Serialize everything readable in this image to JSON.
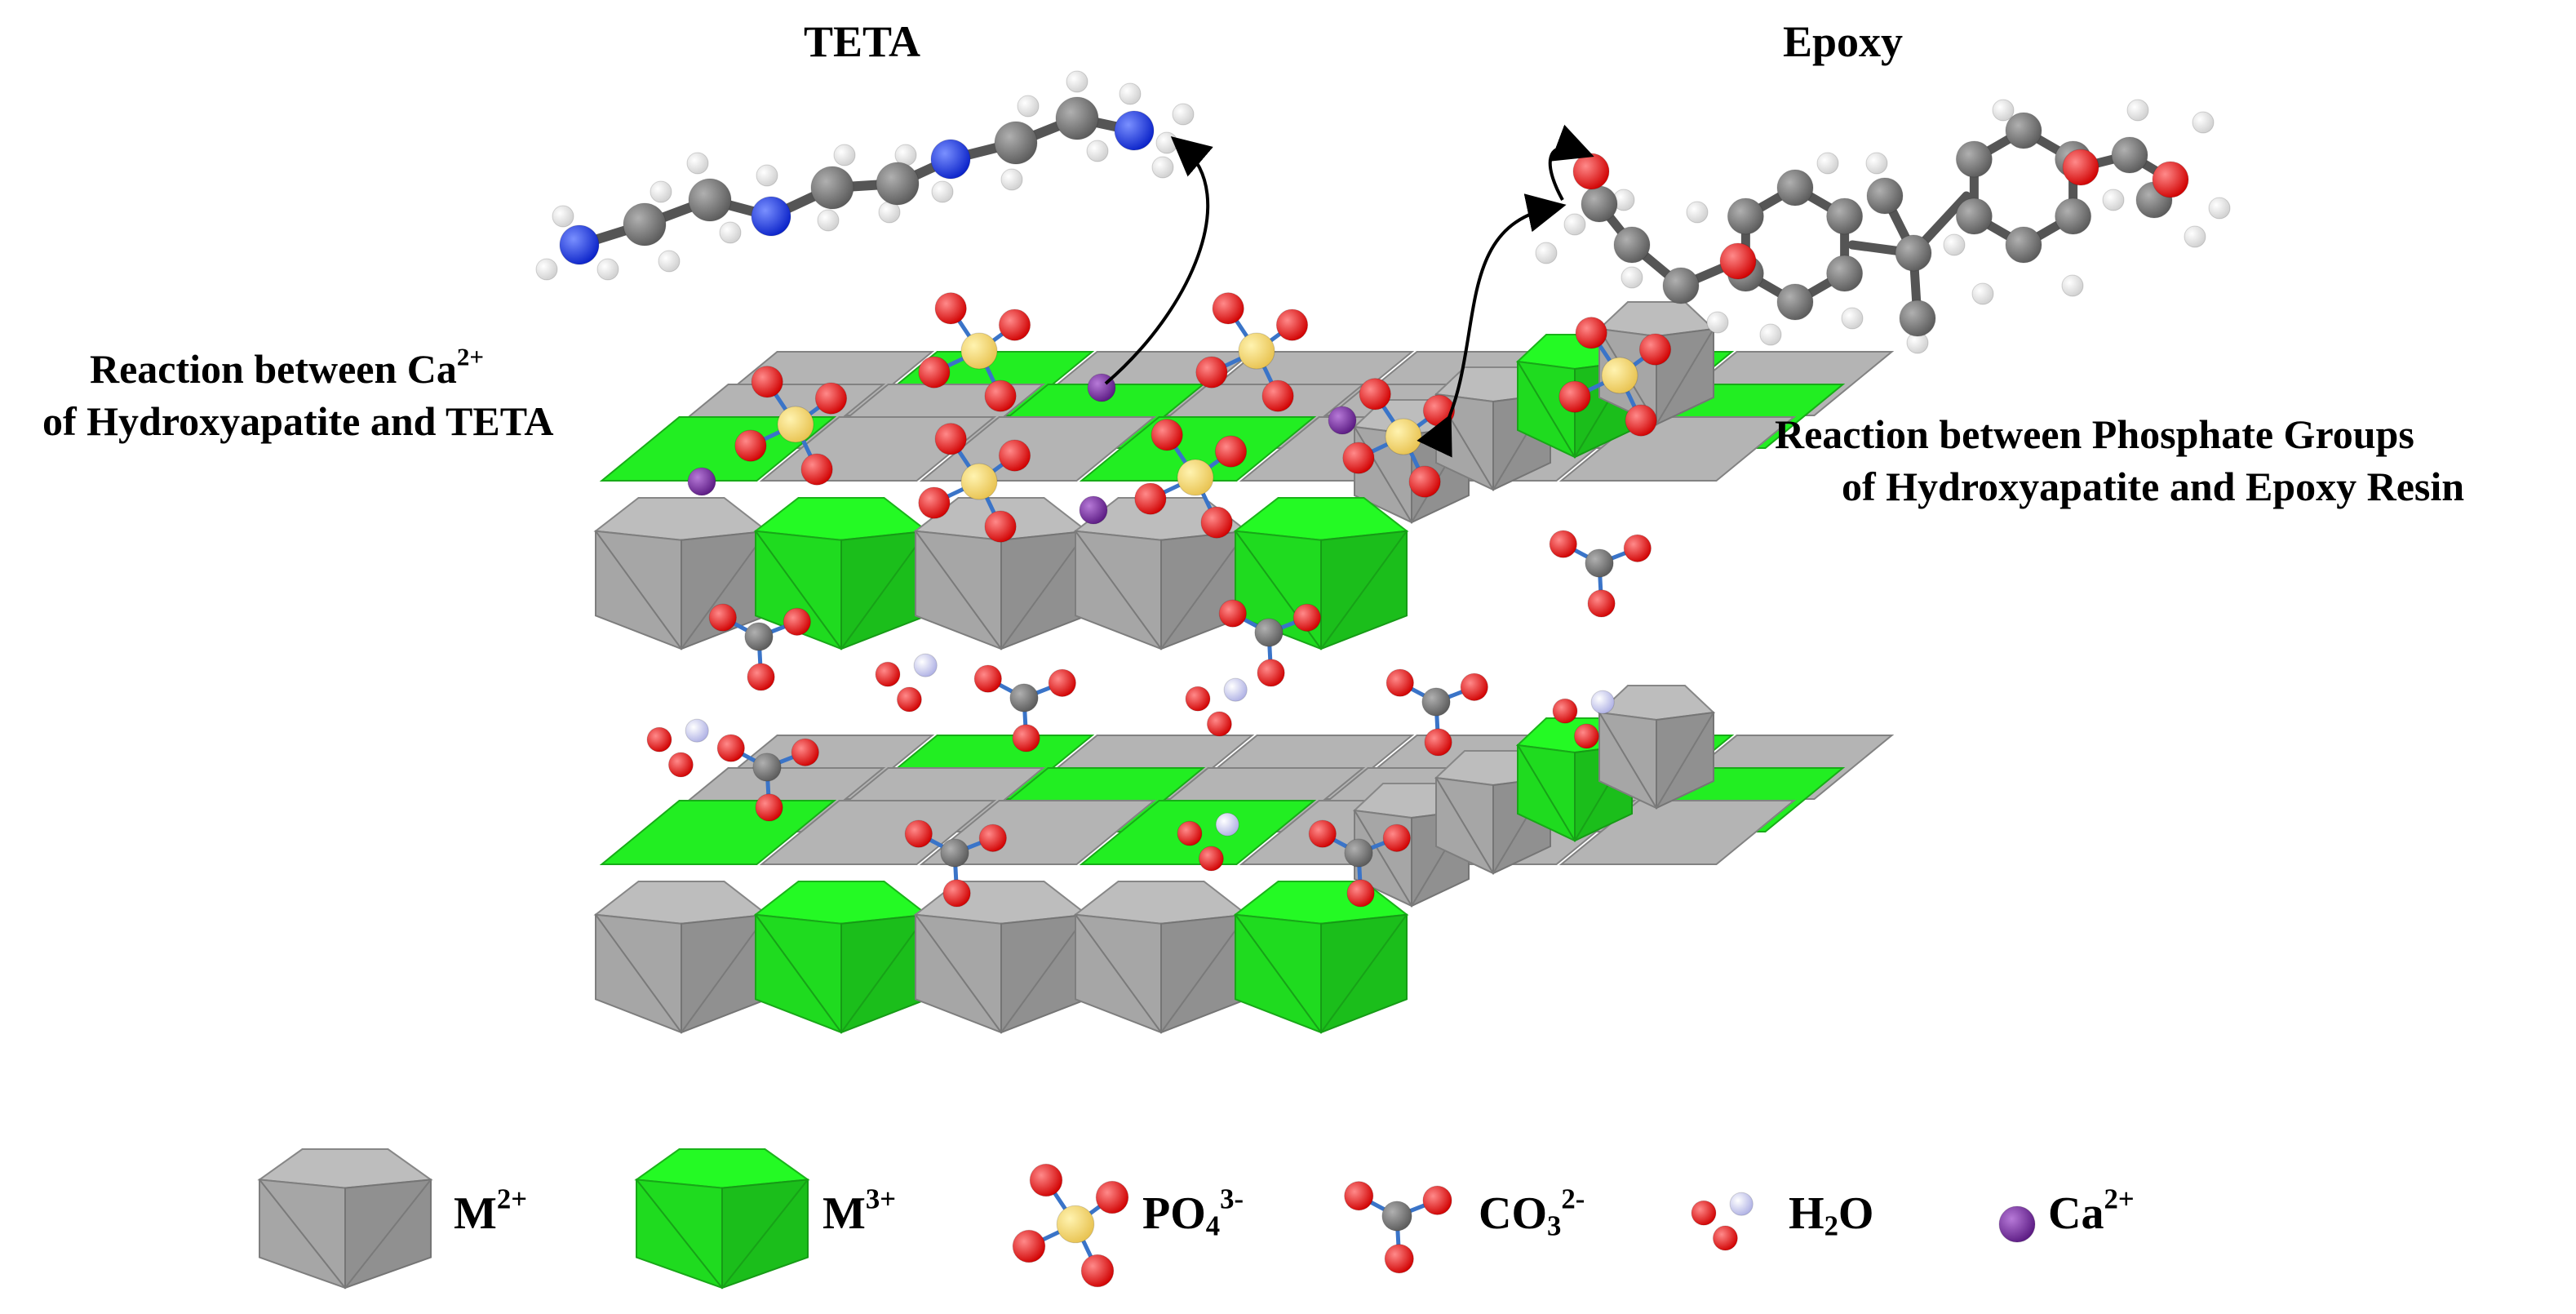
{
  "titles": {
    "teta": "TETA",
    "epoxy": "Epoxy"
  },
  "captions": {
    "left_line1_text": "Reaction between Ca",
    "left_line1_sup": "2+",
    "left_line2": "of Hydroxyapatite and TETA",
    "right_line1": "Reaction between Phosphate Groups",
    "right_line2": "of Hydroxyapatite and Epoxy Resin"
  },
  "legend": {
    "m2_base": "M",
    "m2_sup": "2+",
    "m3_base": "M",
    "m3_sup": "3+",
    "po4_base": "PO",
    "po4_sub": "4",
    "po4_sup": "3-",
    "co3_base": "CO",
    "co3_sub": "3",
    "co3_sup": "2-",
    "h2o_h": "H",
    "h2o_sub": "2",
    "h2o_o": "O",
    "ca_base": "Ca",
    "ca_sup": "2+"
  },
  "colors": {
    "m2_octahedron": "#b4b4b4",
    "m3_octahedron": "#22ee22",
    "oxygen": "#e00000",
    "phosphorus": "#f2d160",
    "carbon": "#707070",
    "nitrogen": "#1030e0",
    "hydrogen": "#f0f0f0",
    "water_h": "#c8c8ec",
    "calcium": "#7a2ca0",
    "bond": "#3a74c8"
  },
  "layers": [
    {
      "name": "upper-layer",
      "pattern": [
        "M2",
        "M3",
        "M2",
        "M2",
        "M3",
        "M2",
        "M2"
      ]
    },
    {
      "name": "lower-layer",
      "pattern": [
        "M2",
        "M3",
        "M2",
        "M2",
        "M3",
        "M2",
        "M2"
      ]
    }
  ]
}
